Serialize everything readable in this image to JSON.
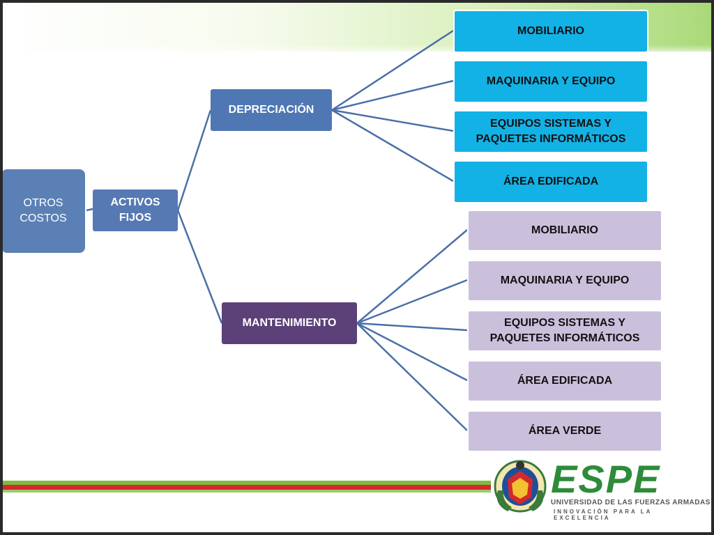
{
  "diagram": {
    "root": "OTROS COSTOS",
    "level1": "ACTIVOS FIJOS",
    "branches": {
      "depreciacion": {
        "label": "DEPRECIACIÓN",
        "items": [
          "MOBILIARIO",
          "MAQUINARIA Y EQUIPO",
          "EQUIPOS SISTEMAS Y PAQUETES INFORMÁTICOS",
          "ÁREA EDIFICADA"
        ]
      },
      "mantenimiento": {
        "label": "MANTENIMIENTO",
        "items": [
          "MOBILIARIO",
          "MAQUINARIA Y EQUIPO",
          "EQUIPOS SISTEMAS Y PAQUETES INFORMÁTICOS",
          "ÁREA EDIFICADA",
          "ÁREA VERDE"
        ]
      }
    }
  },
  "footer": {
    "brand": "ESPE",
    "subtitle": "UNIVERSIDAD DE LAS FUERZAS ARMADAS",
    "tagline": "INNOVACIÓN PARA LA EXCELENCIA"
  },
  "colors": {
    "root": "#5b80b6",
    "depreciacion": "#4f77b4",
    "mantenimiento": "#5b4178",
    "blue_items": "#13b2e6",
    "lavender_items": "#cbc0dc",
    "connector": "#4a6fa8"
  }
}
